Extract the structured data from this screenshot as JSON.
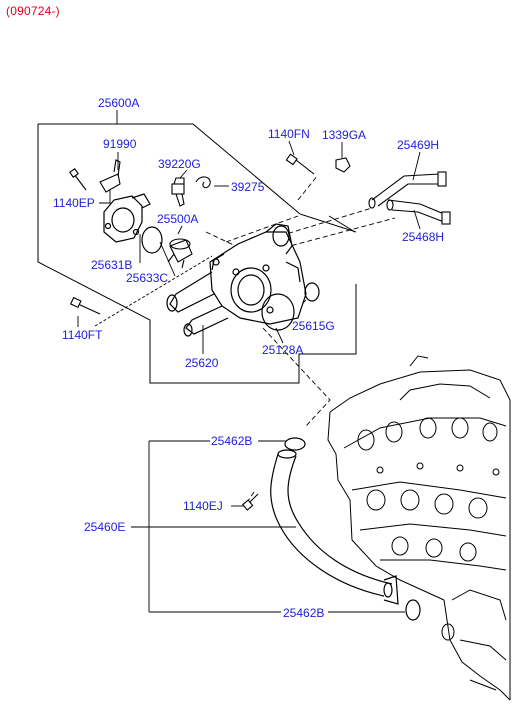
{
  "header": {
    "date_code": "(090724-)"
  },
  "colors": {
    "date_code": "#e0001b",
    "part_label": "#1d1ddb",
    "line": "#000000"
  },
  "labels": {
    "p25600A": "25600A",
    "p91990": "91990",
    "p1140EP": "1140EP",
    "p39220G": "39220G",
    "p39275": "39275",
    "p25500A": "25500A",
    "p25631B": "25631B",
    "p25633C": "25633C",
    "p1140FN": "1140FN",
    "p1339GA": "1339GA",
    "p25469H": "25469H",
    "p25468H": "25468H",
    "p1140FT": "1140FT",
    "p25615G": "25615G",
    "p25620": "25620",
    "p25128A": "25128A",
    "p25462B_top": "25462B",
    "p1140EJ": "1140EJ",
    "p25460E": "25460E",
    "p25462B_bottom": "25462B"
  }
}
